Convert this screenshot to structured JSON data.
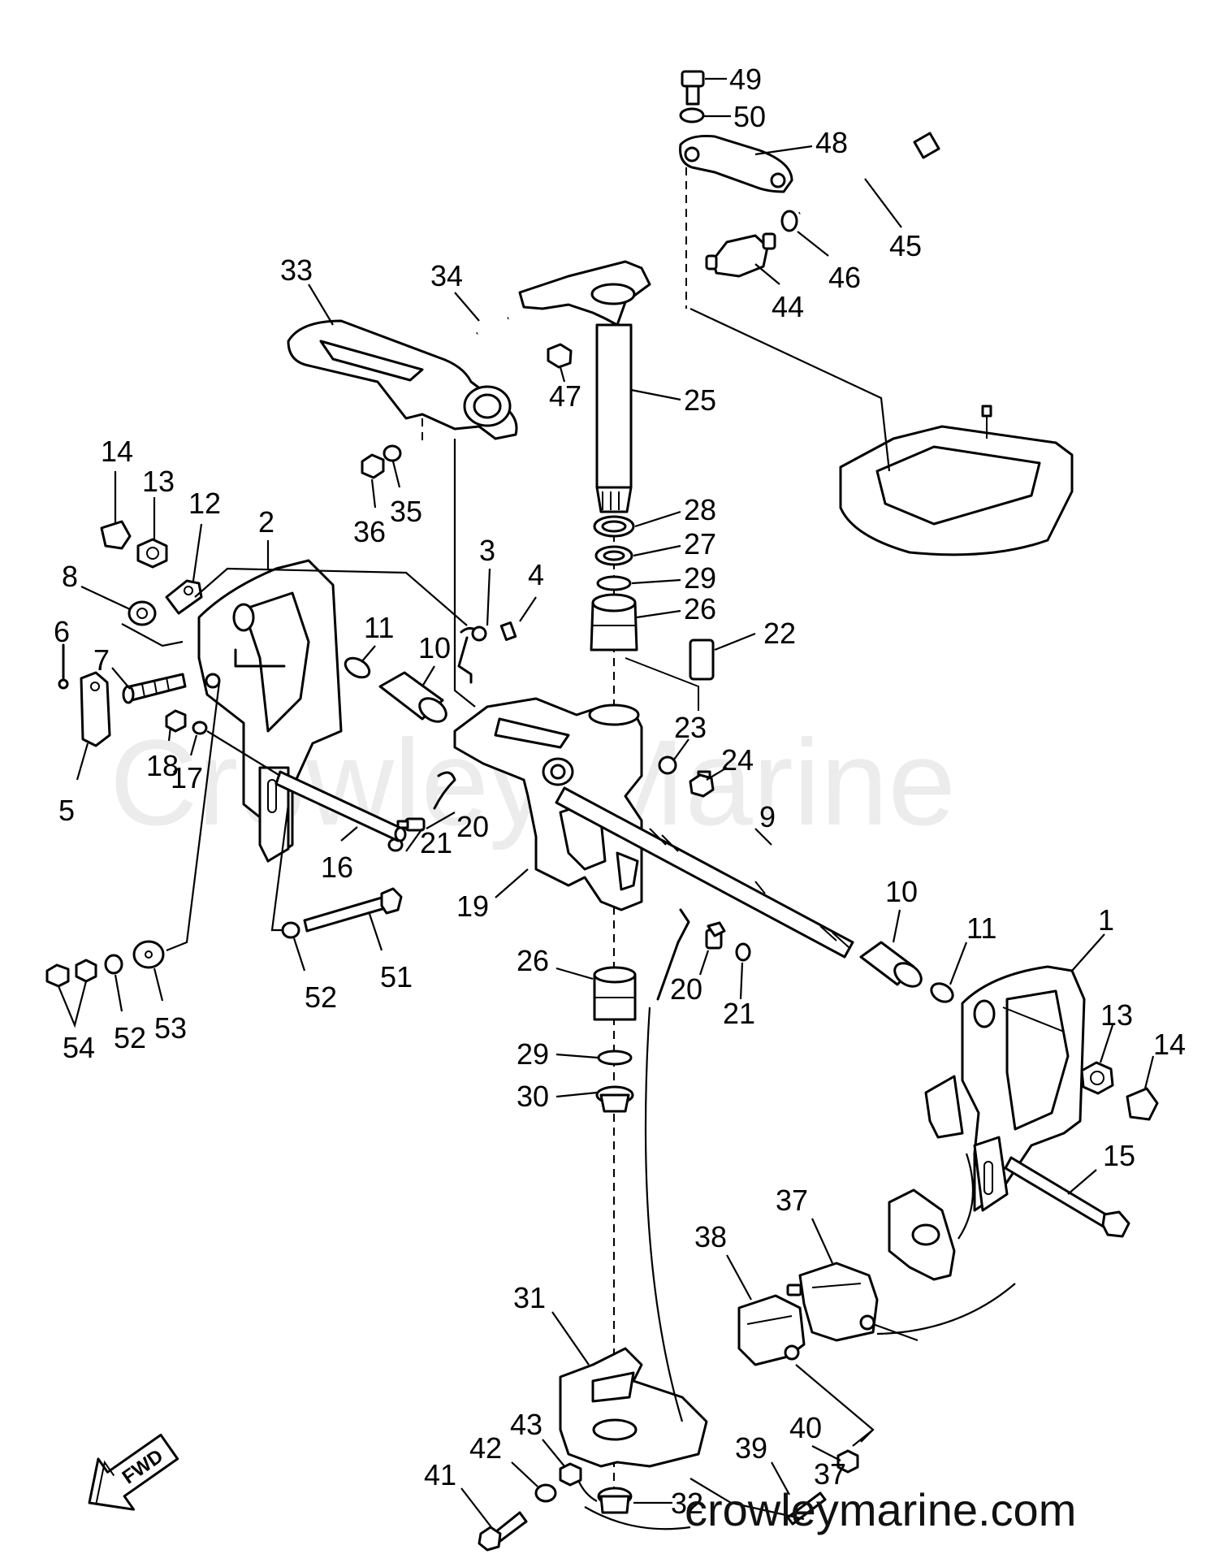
{
  "watermark": "Crowley Marine",
  "site_footer": "crowleymarine.com",
  "direction_arrow": {
    "label": "FWD",
    "icon": "fwd-arrow-icon"
  },
  "callouts": {
    "c1": "1",
    "c2": "2",
    "c3": "3",
    "c4": "4",
    "c5": "5",
    "c6": "6",
    "c7": "7",
    "c8": "8",
    "c9": "9",
    "c10a": "10",
    "c10b": "10",
    "c11a": "11",
    "c11b": "11",
    "c12": "12",
    "c13a": "13",
    "c13b": "13",
    "c14a": "14",
    "c14b": "14",
    "c15": "15",
    "c16": "16",
    "c17": "17",
    "c18": "18",
    "c19": "19",
    "c20a": "20",
    "c20b": "20",
    "c21a": "21",
    "c21b": "21",
    "c22": "22",
    "c23": "23",
    "c24": "24",
    "c25": "25",
    "c26a": "26",
    "c26b": "26",
    "c27": "27",
    "c28": "28",
    "c29a": "29",
    "c29b": "29",
    "c30": "30",
    "c31": "31",
    "c32": "32",
    "c33": "33",
    "c34": "34",
    "c35": "35",
    "c36": "36",
    "c37a": "37",
    "c37b": "37",
    "c38": "38",
    "c39": "39",
    "c40": "40",
    "c41": "41",
    "c42": "42",
    "c43": "43",
    "c44": "44",
    "c45": "45",
    "c46": "46",
    "c47": "47",
    "c48": "48",
    "c49": "49",
    "c50": "50",
    "c51": "51",
    "c52a": "52",
    "c52b": "52",
    "c53": "53",
    "c54": "54"
  }
}
